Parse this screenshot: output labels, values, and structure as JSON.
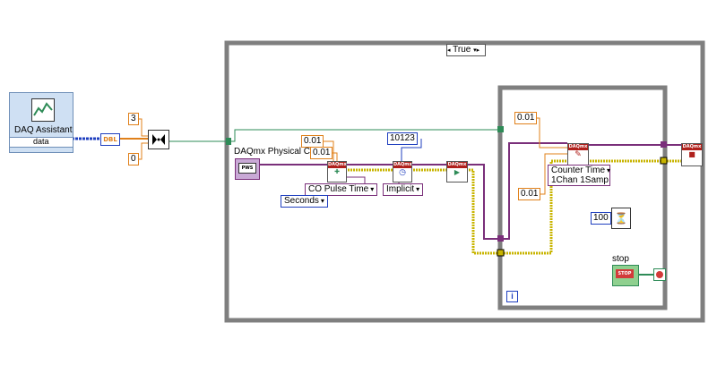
{
  "daq_assistant": {
    "title": "DAQ Assistant",
    "output": "data"
  },
  "constants": {
    "c3": "3",
    "c0": "0",
    "c001a": "0.01",
    "c001b": "0.01",
    "c10123": "10123",
    "c001c": "0.01",
    "c001d": "0.01",
    "c100": "100"
  },
  "case_structure": {
    "selector": "True"
  },
  "controls": {
    "physical_channel": "DAQmx Physical Chann",
    "co_pulse_time": "CO Pulse Time",
    "seconds": "Seconds",
    "implicit": "Implicit",
    "counter_time_line1": "Counter Time",
    "counter_time_line2": "1Chan 1Samp",
    "stop_label": "stop",
    "stop_button": "STOP",
    "loop_index": "i"
  },
  "icons": {
    "vi_header": "DAQmx",
    "dbl_indicator": "DBL"
  },
  "colors": {
    "wire_green": "#2e8b57",
    "wire_purple": "#7a2f7a",
    "wire_error": "#c8b400",
    "wire_orange": "#e0801a",
    "wire_blue": "#1f3fbf",
    "frame_gray": "#7f7f7f"
  }
}
